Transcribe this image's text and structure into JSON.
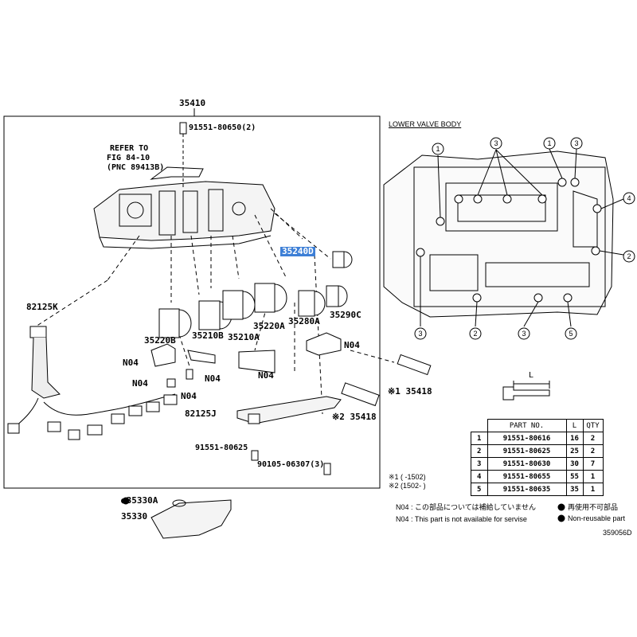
{
  "labels": {
    "assembly": "35410",
    "bolt_top": "91551-80650(2)",
    "refer1": "REFER TO",
    "refer2": "FIG 84-10",
    "refer3": "(PNC 89413B)",
    "harness": "82125K",
    "solenoid_d": "35240D",
    "solenoid_c": "35290C",
    "solenoid_a280": "35280A",
    "solenoid_a220": "35220A",
    "solenoid_b220": "35220B",
    "solenoid_b210": "35210B",
    "solenoid_a210": "35210A",
    "n04_a": "N04",
    "n04_b": "N04",
    "n04_c": "N04",
    "n04_d": "N04",
    "n04_e": "N04",
    "wire_j": "82125J",
    "seal1": "※1 35418",
    "seal2": "※2 35418",
    "bolt_625": "91551-80625",
    "bolt_0307": "90105-06307(3)",
    "filter_o": "●35330A",
    "filter": "35330",
    "lower_valve_body": "LOWER VALVE BODY",
    "dim_l": "L",
    "fig_no": "359056D"
  },
  "callouts": [
    "1",
    "3",
    "1",
    "3",
    "4",
    "2",
    "3",
    "2",
    "3",
    "5"
  ],
  "table": {
    "headers": [
      "PART NO.",
      "L",
      "QTY"
    ],
    "rows": [
      {
        "idx": "1",
        "part": "91551-80616",
        "l": "16",
        "qty": "2"
      },
      {
        "idx": "2",
        "part": "91551-80625",
        "l": "25",
        "qty": "2"
      },
      {
        "idx": "3",
        "part": "91551-80630",
        "l": "30",
        "qty": "7"
      },
      {
        "idx": "4",
        "part": "91551-80655",
        "l": "55",
        "qty": "1"
      },
      {
        "idx": "5",
        "part": "91551-80635",
        "l": "35",
        "qty": "1"
      }
    ]
  },
  "notes": {
    "n1": "※1 (       -1502)",
    "n2": "※2 (1502-       )",
    "jp": "N04 : この部品については補給していません",
    "en": "N04 : This part is not available for servise",
    "legend_jp": "再使用不可部品",
    "legend_en": "Non-reusable part"
  }
}
